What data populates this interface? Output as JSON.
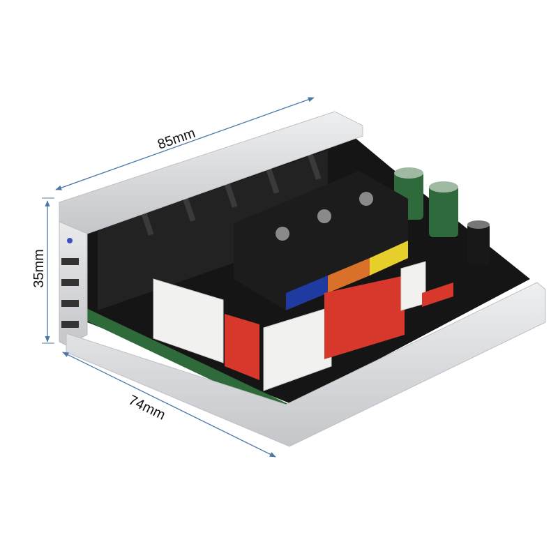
{
  "dimensions": {
    "length": "85mm",
    "height": "35mm",
    "width": "74mm"
  },
  "colors": {
    "dimension_line": "#4a78a8",
    "aluminum": "#d9dadc",
    "pcb": "#2f6b3a",
    "terminal_block": "#1c1c1c",
    "connector_red": "#d8382c",
    "connector_white": "#f1f1ef"
  }
}
